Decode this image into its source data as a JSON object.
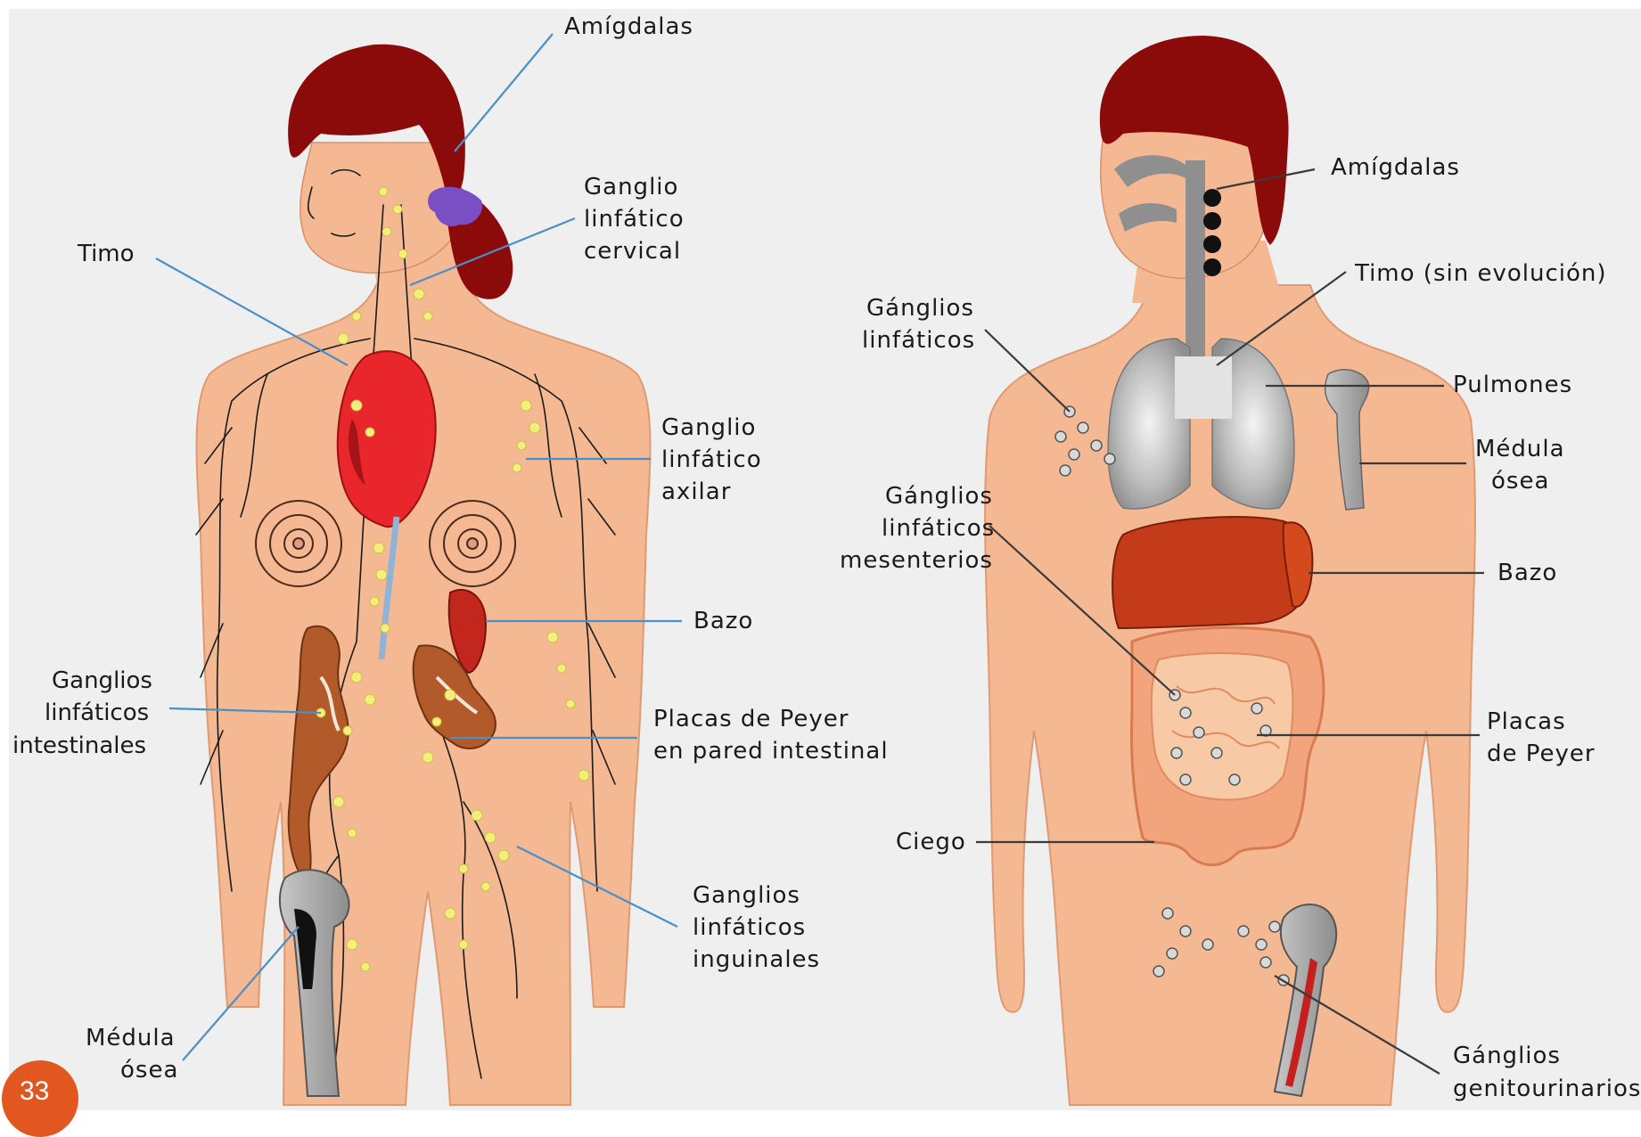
{
  "female": {
    "amigdalas": "Amígdalas",
    "ganglio_cervical": [
      "Ganglio",
      "linfático",
      "cervical"
    ],
    "timo": "Timo",
    "ganglio_axilar": [
      "Ganglio",
      "linfático",
      "axilar"
    ],
    "bazo": "Bazo",
    "ganglios_intestinales": [
      "Ganglios",
      "linfáticos",
      "intestinales"
    ],
    "placas_peyer": [
      "Placas de Peyer",
      "en pared intestinal"
    ],
    "ganglios_inguinales": [
      "Ganglios",
      "linfáticos",
      "inguinales"
    ],
    "medula_osea": [
      "Médula",
      "ósea"
    ]
  },
  "male": {
    "amigdalas": "Amígdalas",
    "timo": "Timo (sin evolución)",
    "ganglios_linfaticos": [
      "Gánglios",
      "linfáticos"
    ],
    "pulmones": "Pulmones",
    "medula_osea": [
      "Médula",
      "ósea"
    ],
    "ganglios_mesenterios": [
      "Gánglios",
      "linfáticos",
      "mesenterios"
    ],
    "bazo": "Bazo",
    "placas_peyer": [
      "Placas",
      "de Peyer"
    ],
    "ciego": "Ciego",
    "ganglios_genitourinarios": [
      "Gánglios",
      "genitourinarios"
    ]
  },
  "slide_number": "33",
  "colors": {
    "skin": "#f4b893",
    "hair": "#8b0a0a",
    "heart": "#e8262b",
    "lymph_node": "#f4ef7a",
    "blue_leader": "#4a90c8"
  }
}
